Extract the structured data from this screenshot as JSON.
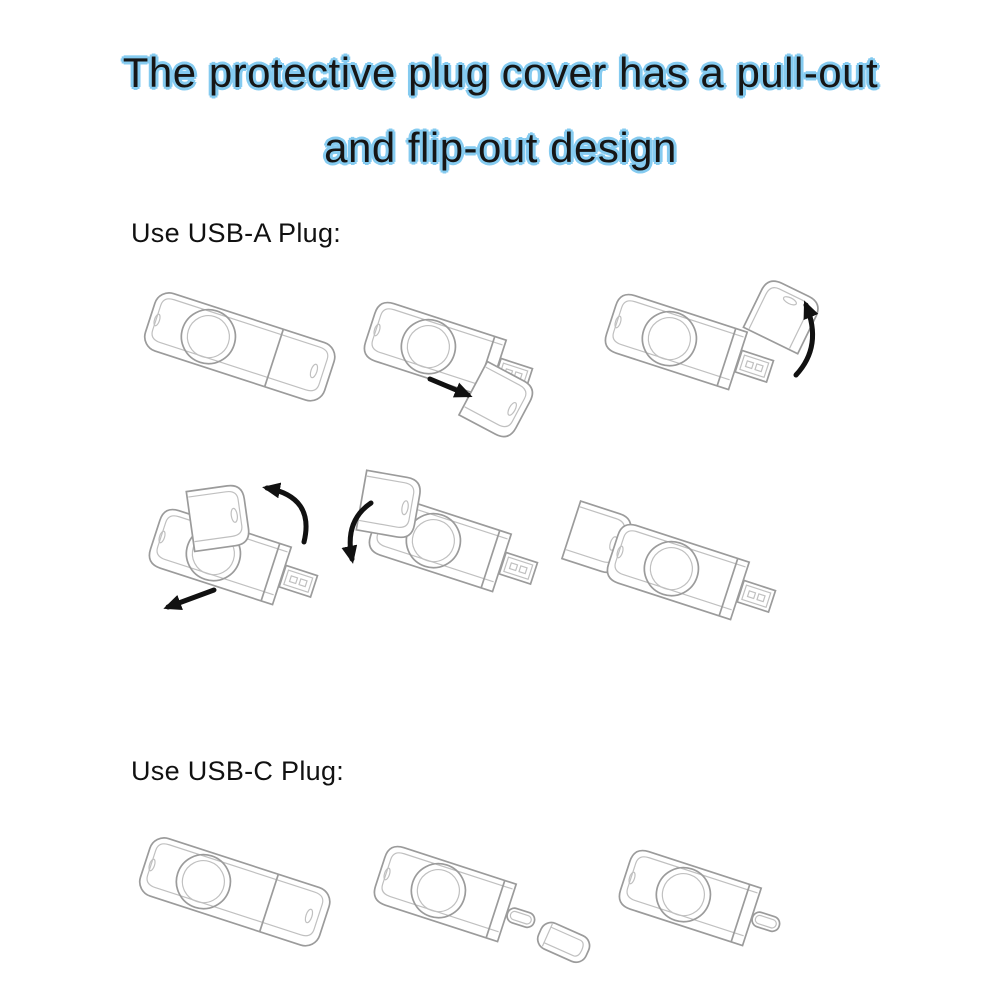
{
  "title": {
    "line1": "The protective plug cover has a pull-out",
    "line2": "and flip-out design"
  },
  "sections": {
    "usb_a": {
      "label": "Use USB-A Plug:"
    },
    "usb_c": {
      "label": "Use USB-C Plug:"
    }
  },
  "figures": {
    "usb_a_steps": [
      "device-closed",
      "cover-pulled-out",
      "cover-flipped-up",
      "cover-folded-over",
      "cover-pressed-flat",
      "cover-stored-plug-ready"
    ],
    "usb_c_steps": [
      "device-closed",
      "cap-removed",
      "plug-ready"
    ]
  },
  "icons": [
    "slide-out-arrow-icon",
    "flip-up-curved-arrow-icon",
    "fold-over-curved-arrow-icon",
    "slide-back-arrow-icon",
    "press-down-curved-arrow-icon"
  ],
  "colors": {
    "background": "#ffffff",
    "title_text": "#161616",
    "title_halo": "#85cbf0",
    "label_text": "#111111",
    "line_art": "#9b9b9b",
    "line_art_light": "#c0c0c0",
    "arrow": "#111111"
  }
}
